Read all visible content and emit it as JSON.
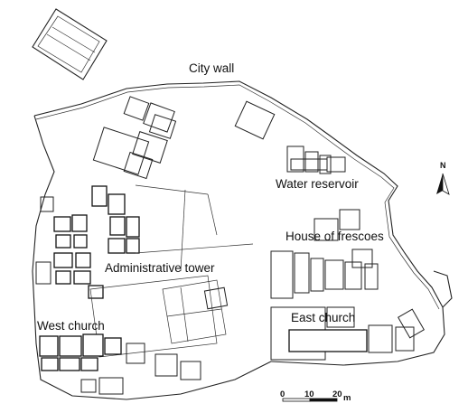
{
  "labels": {
    "city_wall": "City wall",
    "water_reservoir": "Water reservoir",
    "house_of_frescoes": "House of frescoes",
    "administrative_tower": "Administrative tower",
    "west_church": "West church",
    "east_church": "East church"
  },
  "north_arrow": {
    "letter": "N"
  },
  "scale_bar": {
    "tick_0": "0",
    "tick_10": "10",
    "tick_20": "20",
    "unit": "m"
  }
}
